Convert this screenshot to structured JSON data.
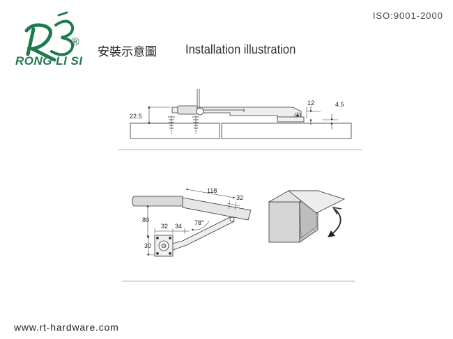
{
  "header": {
    "brand_name": "RONG LI SI",
    "registered_mark": "®",
    "title_cn": "安裝示意圖",
    "title_en": "Installation illustration",
    "certification": "ISO:9001-2000"
  },
  "diagram_top": {
    "dim_height": "22.5",
    "dim_offset": "12",
    "dim_thickness": "4.5"
  },
  "diagram_bottom": {
    "dim_length": "118",
    "dim_slot": "32",
    "dim_vertical": "80",
    "dim_spacing_a": "32",
    "dim_spacing_b": "34",
    "dim_angle": "78°",
    "dim_base": "30"
  },
  "footer": {
    "website": "www.rt-hardware.com"
  },
  "colors": {
    "brand_green": "#1f7a4c",
    "line": "#333333",
    "fill_gray": "#d9d9d9"
  }
}
